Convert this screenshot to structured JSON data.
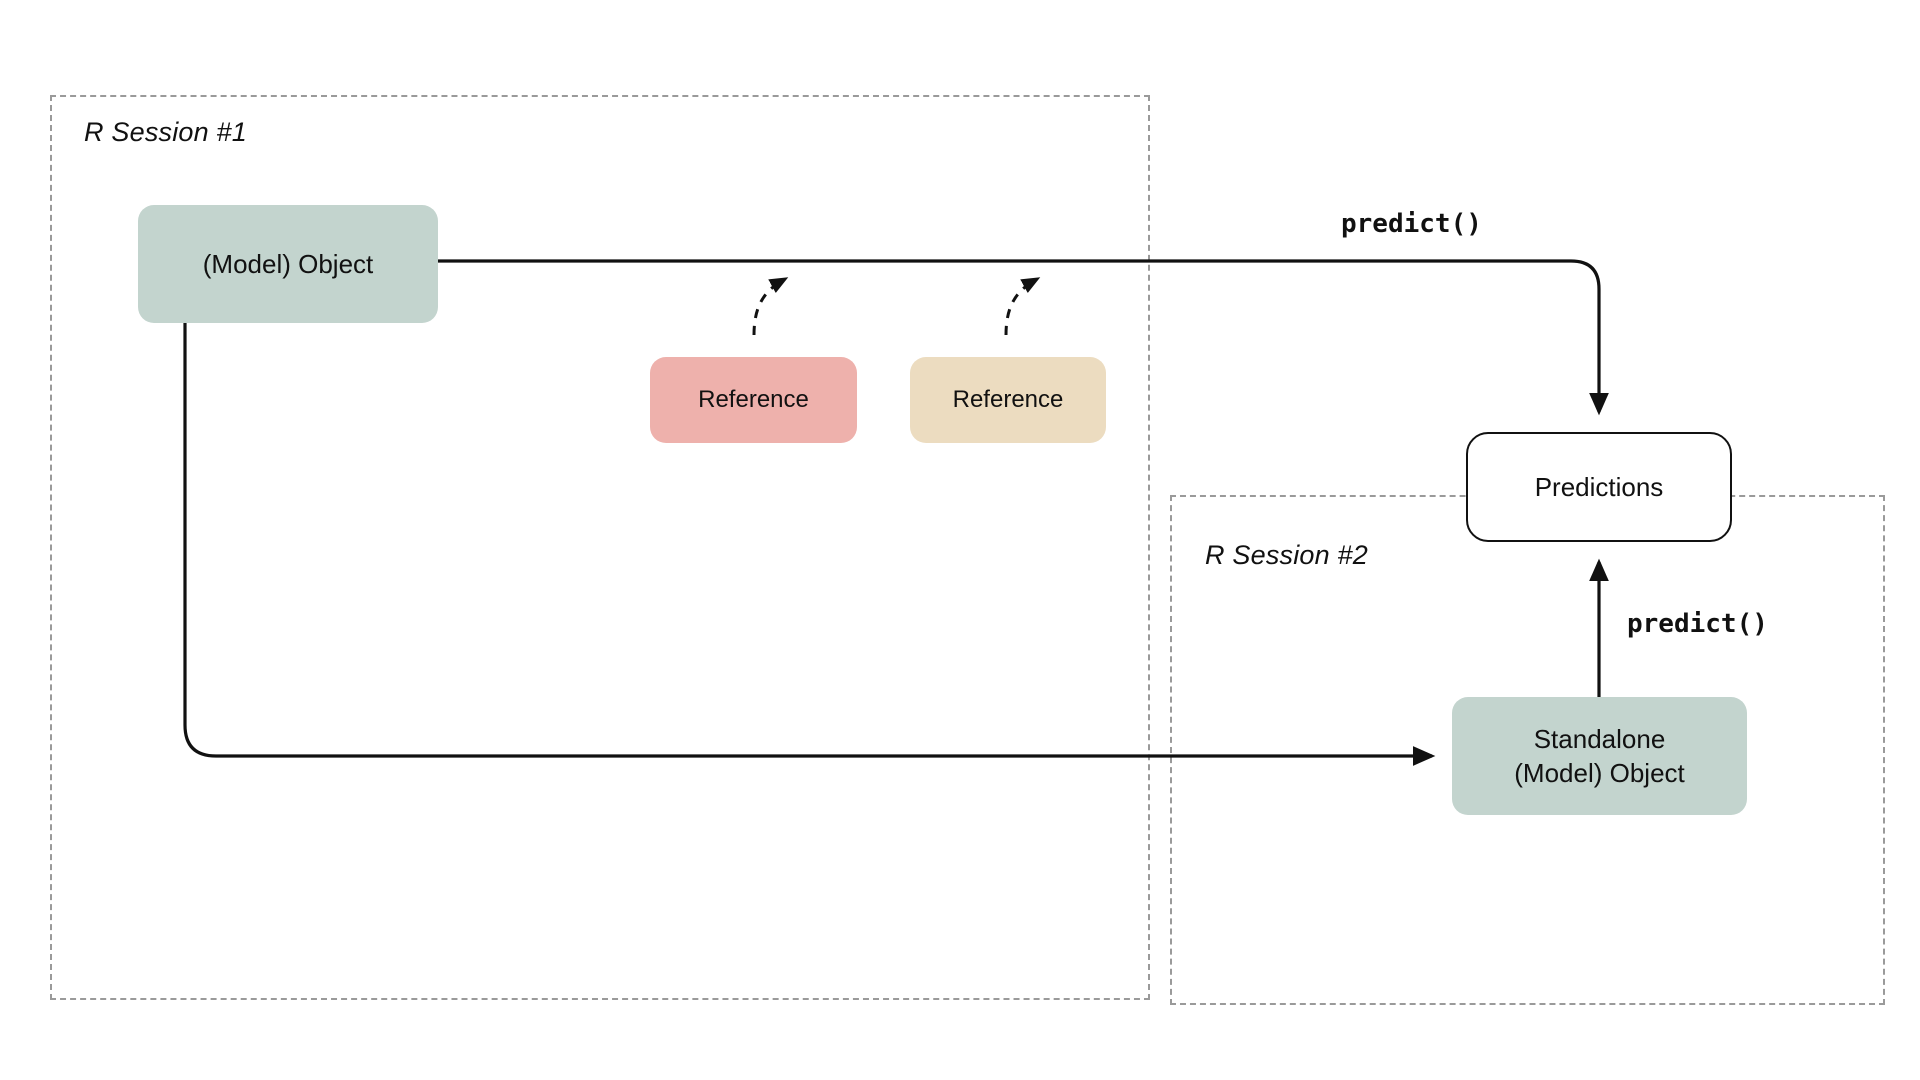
{
  "diagram": {
    "title": "R Session model object and prediction flow",
    "background": "#ffffff",
    "colors": {
      "sage": "#c3d4ce",
      "salmon": "#eeb1ac",
      "cream": "#ecdcc0",
      "outline": "#111111",
      "dashed_border": "#9a9a9a",
      "predictions_fill": "#ffffff"
    }
  },
  "sessions": [
    {
      "id": "session-1",
      "label": "R Session #1"
    },
    {
      "id": "session-2",
      "label": "R Session #2"
    }
  ],
  "nodes": [
    {
      "id": "model-object",
      "label": "(Model) Object",
      "fill": "#c3d4ce"
    },
    {
      "id": "reference-1",
      "label": "Reference",
      "fill": "#eeb1ac"
    },
    {
      "id": "reference-2",
      "label": "Reference",
      "fill": "#ecdcc0"
    },
    {
      "id": "predictions",
      "label": "Predictions",
      "fill": "#ffffff"
    },
    {
      "id": "standalone-object",
      "label": "Standalone\n(Model) Object",
      "fill": "#c3d4ce"
    }
  ],
  "edge_labels": {
    "predict_top": "predict()",
    "predict_bottom": "predict()"
  },
  "edges": [
    {
      "from": "model-object",
      "to": "predictions",
      "label": "predict()",
      "style": "solid",
      "arrow": "end"
    },
    {
      "from": "model-object",
      "to": "standalone-object",
      "label": "",
      "style": "solid",
      "arrow": "end"
    },
    {
      "from": "standalone-object",
      "to": "predictions",
      "label": "predict()",
      "style": "solid",
      "arrow": "end"
    },
    {
      "from": "reference-1",
      "to": "predict-path",
      "label": "",
      "style": "dashed",
      "arrow": "end"
    },
    {
      "from": "reference-2",
      "to": "predict-path",
      "label": "",
      "style": "dashed",
      "arrow": "end"
    }
  ]
}
